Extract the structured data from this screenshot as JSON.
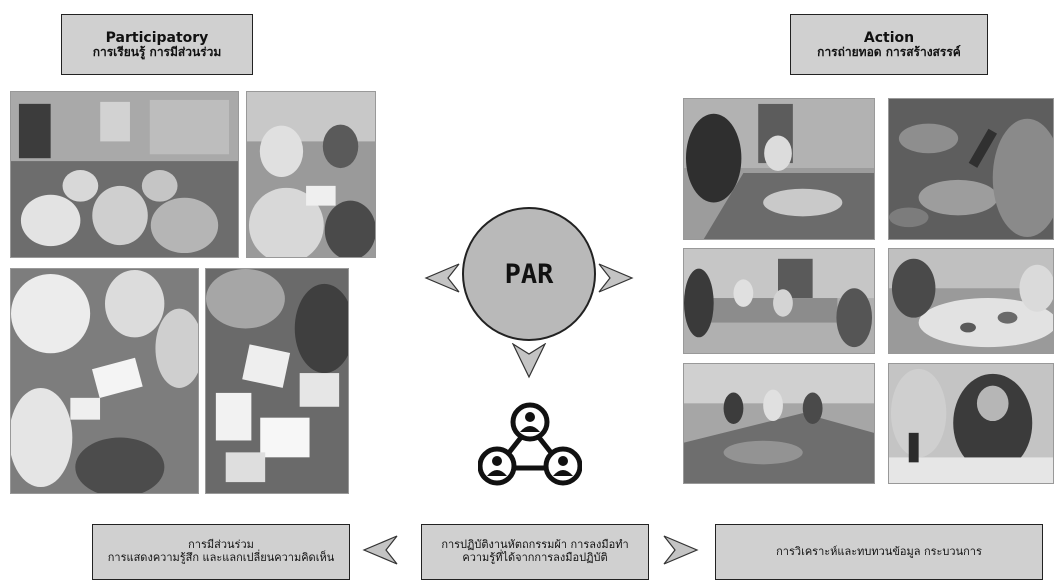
{
  "participatory": {
    "title": "Participatory",
    "subtitle": "การเรียนรู้ การมีส่วนร่วม"
  },
  "action": {
    "title": "Action",
    "subtitle": "การถ่ายทอด การสร้างสรรค์"
  },
  "center": {
    "label": "PAR",
    "icon": "community-network-icon"
  },
  "bottom": {
    "left_line1": "การมีส่วนร่วม",
    "left_line2": "การแสดงความรู้สึก และแลกเปลี่ยนความคิดเห็น",
    "middle_line1": "การปฏิบัติงานหัตถกรรมผ้า การลงมือทำ",
    "middle_line2": "ความรู้ที่ได้จากการลงมือปฏิบัติ",
    "right_line1": "การวิเคราะห์และทบทวนข้อมูล กระบวนการ"
  },
  "colors": {
    "box_fill": "#d0d0d0",
    "circle_fill": "#b9b9b9",
    "arrow_fill": "#c4c4c4",
    "outline": "#222222"
  }
}
